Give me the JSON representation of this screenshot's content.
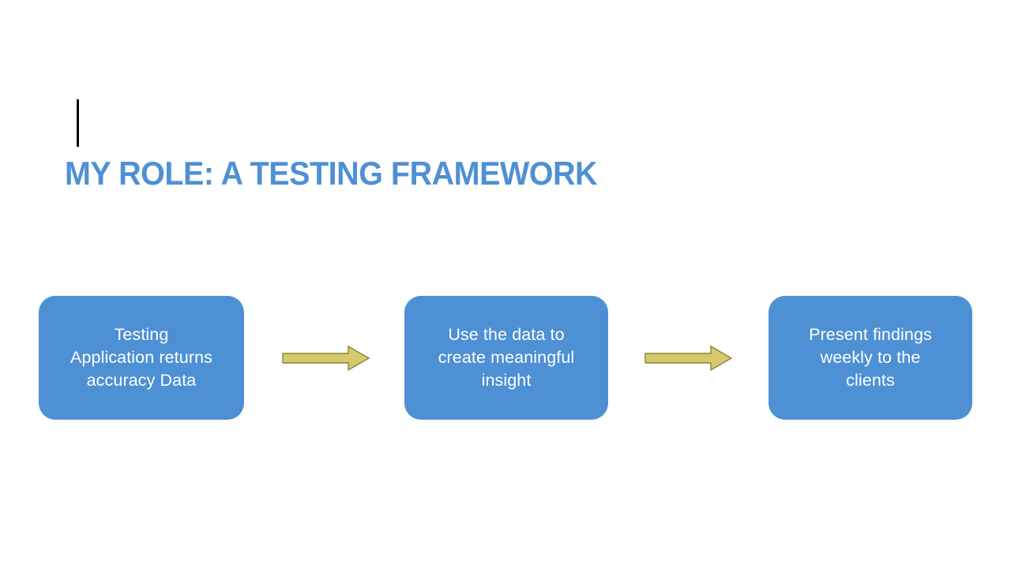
{
  "slide": {
    "background_color": "#ffffff",
    "title": "MY ROLE: A TESTING FRAMEWORK",
    "title_color": "#4e90d4",
    "cursor_color": "#000000"
  },
  "flow": {
    "box_fill_color": "#4e90d4",
    "box_text_color": "#ffffff",
    "arrow_fill_color": "#d6c96b",
    "arrow_stroke_color": "#8b8539",
    "boxes": [
      {
        "label": "Testing\nApplication returns\naccuracy Data"
      },
      {
        "label": "Use the data to\ncreate meaningful\ninsight"
      },
      {
        "label": "Present findings\nweekly to the\nclients"
      }
    ],
    "arrows": [
      {
        "direction": "right"
      },
      {
        "direction": "right"
      }
    ]
  }
}
